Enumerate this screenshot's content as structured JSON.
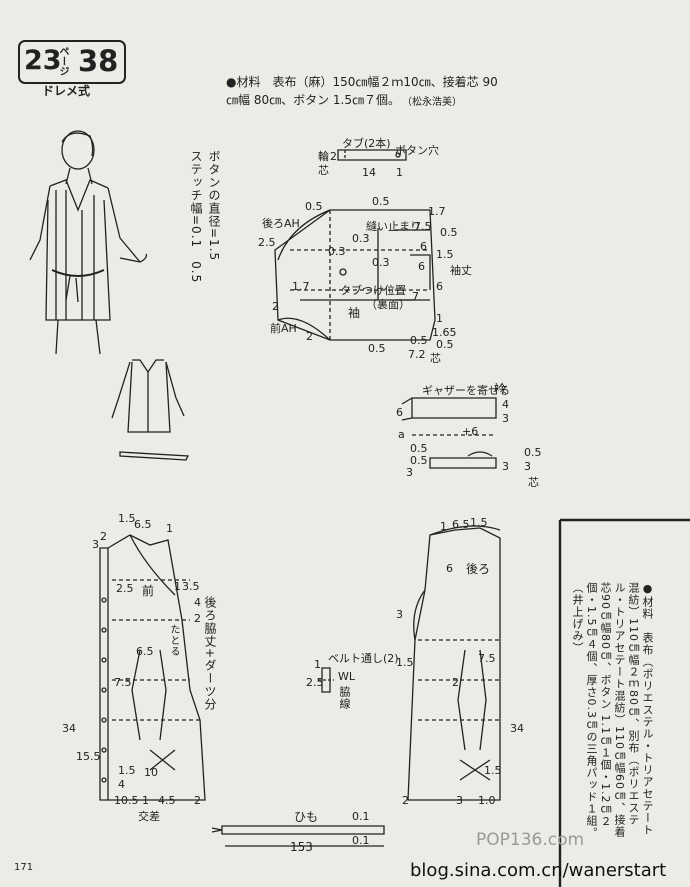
{
  "header": {
    "page_number": "23",
    "page_word": "ページ",
    "pattern_number": "38",
    "style_name": "ドレメ式"
  },
  "materials_top": {
    "line1": "●材料　表布（麻）150㎝幅２ｍ10㎝、接着芯 90",
    "line2": "㎝幅 80㎝、ボタン 1.5㎝７個。",
    "author": "（松永浩美）"
  },
  "notes_left": {
    "button_diameter": "ボタンの直径=1.5",
    "stitch_width": "ステッチ幅=0.1　0.5"
  },
  "tab": {
    "title": "タブ(2本)",
    "button_hole": "ボタン穴",
    "dim_14": "14",
    "dim_2": "2",
    "dim_1": "1",
    "shin": "芯",
    "wa": "輪"
  },
  "sleeve": {
    "back_ah": "後ろAH",
    "front_ah": "前AH",
    "label": "袖",
    "stop_sewing": "縫い止まり",
    "tab_position": "タブつけ位置",
    "tab_position_sub": "（裏面）",
    "sleeve_length": "袖丈",
    "dims": [
      "0.5",
      "0.5",
      "1.7",
      "0.3",
      "7.5",
      "2.5",
      "0.5",
      "0.3",
      "0.3",
      "6",
      "1.5",
      "6",
      "1.7",
      "6",
      "7",
      "2",
      "2",
      "1",
      "0.5",
      "1.65",
      "7.2",
      "0.5",
      "0.5"
    ],
    "shin": "芯"
  },
  "collar": {
    "gather": "ギャザーを寄せる",
    "label": "衿",
    "dims": [
      "4",
      "3",
      "6",
      "a",
      "+6",
      "0.5",
      "0.5",
      "0.5",
      "3",
      "3",
      "3"
    ],
    "shin": "芯"
  },
  "front": {
    "label": "前",
    "darts": "たとる",
    "side_note": "後ろ脇丈+ダーツ分",
    "cross": "交差",
    "dims": [
      "1.5",
      "6.5",
      "1",
      "3",
      "2",
      "2.5",
      "1",
      "3.5",
      "4",
      "2",
      "6.5",
      "7.5",
      "34",
      "15.5",
      "1.5",
      "10",
      "10.5",
      "1",
      "4.5",
      "2",
      "4"
    ]
  },
  "belt_loop": {
    "label": "ベルト通し(2)",
    "wl": "WL",
    "side_line": "脇線",
    "dim_1": "1",
    "dim_25": "2.5"
  },
  "back": {
    "label": "後ろ",
    "dims": [
      "1",
      "6.5",
      "1.5",
      "6",
      "3",
      "1.5",
      "7.5",
      "2",
      "34",
      "1.5",
      "2",
      "3",
      "1.0"
    ]
  },
  "tie": {
    "label": "ひも",
    "length": "153",
    "dim_01a": "0.1",
    "dim_01b": "0.1"
  },
  "materials_right": {
    "text": "●材料　表布（ポリエステル・トリアセテート混紡）110㎝幅２ｍ80㎝、別布（ポリエステル・トリアセテート混紡）110㎝幅60㎝、接着芯90㎝幅80㎝、ボタン 1.1㎝１個・1.2㎝２個・1.5㎝４個、厚さ0.3㎝の三角パッド１組。（井上げみ）"
  },
  "footer": {
    "page_number": "171",
    "blog": "blog.sina.com.cn/wanerstart",
    "watermark": "POP136.com"
  }
}
